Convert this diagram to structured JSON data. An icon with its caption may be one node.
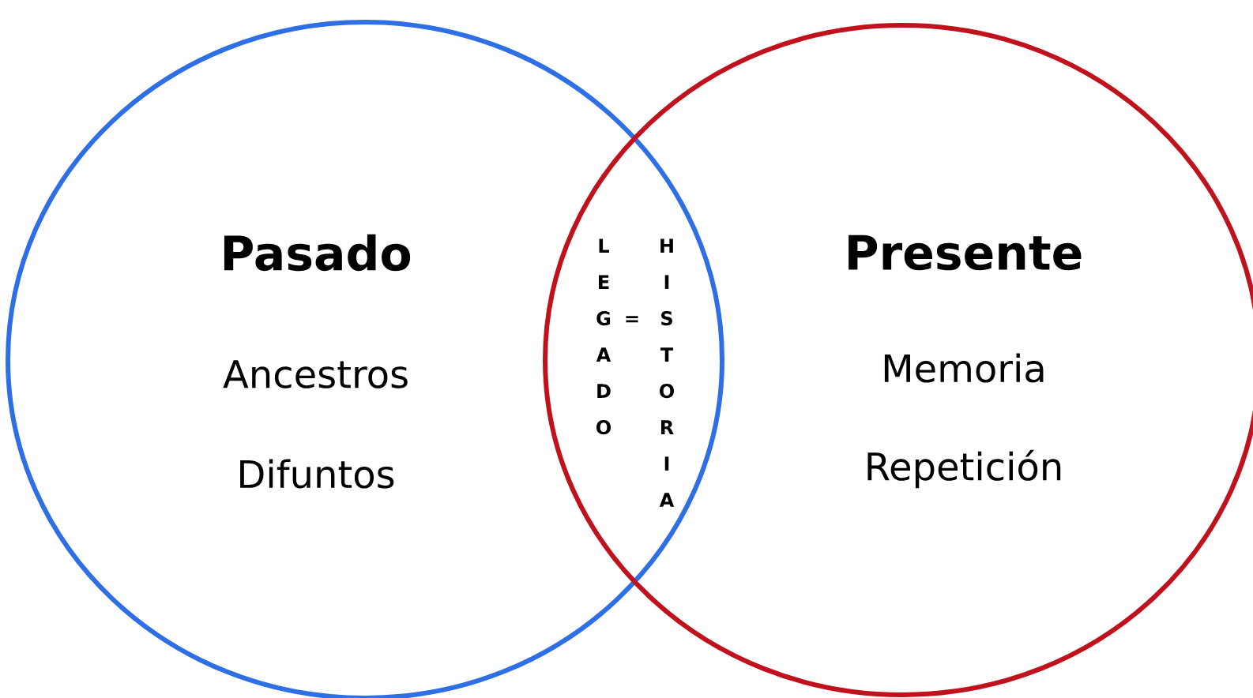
{
  "diagram": {
    "nodes": [
      {
        "text": [
          "Pasado",
          "Ancestros",
          "Difuntos"
        ]
      },
      {
        "text": [
          "Presente",
          "Memoria",
          "Repetición"
        ]
      }
    ],
    "labels": [
      "LEGADO",
      "=",
      "HISTORIA"
    ]
  }
}
